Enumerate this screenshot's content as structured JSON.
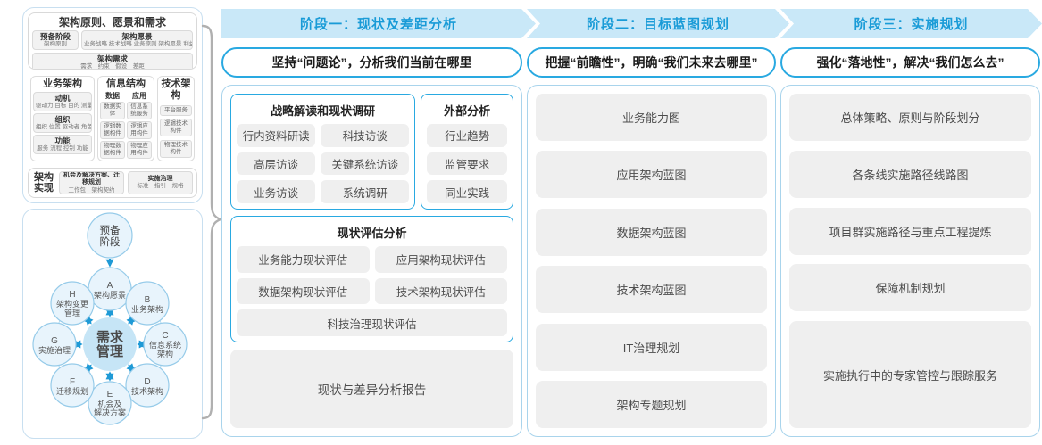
{
  "colors": {
    "accent_border": "#29a9e1",
    "band_bg": "#c9e8f8",
    "band_text": "#199bd7",
    "panel_border": "#a9d4ec",
    "pill_bg": "#efefef",
    "arrow_blue": "#1f9ad6",
    "circle_fill": "#e8f4fc",
    "center_circle_fill": "#c6e5f6",
    "brace_gray": "#b0b0b0"
  },
  "left_panel": {
    "title": "架构原则、愿景和需求",
    "prep": {
      "title": "预备阶段",
      "sub": "架构原则"
    },
    "vision": {
      "title": "架构愿景",
      "sub": "业务战略 技术战略 业务原则 架构愿景 利益相关者"
    },
    "requirement": {
      "title": "架构需求",
      "sub": "需求　约束　假设　差距"
    },
    "business": {
      "title": "业务架构",
      "groups": [
        {
          "t": "动机",
          "s": "驱动力 目标 目的 测量"
        },
        {
          "t": "组织",
          "s": "组织 位置 驱动者 角色"
        },
        {
          "t": "功能",
          "s": "服务 流程 控制 功能"
        }
      ]
    },
    "info": {
      "title": "信息结构",
      "data": {
        "t": "数据",
        "items": [
          "数据实体",
          "逻辑数据构件",
          "物理数据构件"
        ]
      },
      "app": {
        "t": "应用",
        "items": [
          "信息系统服务",
          "逻辑应用构件",
          "物理应用构件"
        ]
      }
    },
    "tech": {
      "title": "技术架构",
      "items": [
        "平台服务",
        "逻辑技术构件",
        "物理技术构件"
      ]
    },
    "impl": {
      "label": "架构实现",
      "boxes": [
        {
          "t": "机会及解决方案、迁移规划",
          "s": "工作包　架构契约"
        },
        {
          "t": "实施治理",
          "s": "标准　指引　规格"
        }
      ]
    }
  },
  "adm": {
    "prep_lines": [
      "预备",
      "阶段"
    ],
    "center_lines": [
      "需求",
      "管理"
    ],
    "nodes": [
      {
        "letter": "A",
        "lines": [
          "架构愿景"
        ]
      },
      {
        "letter": "B",
        "lines": [
          "业务架构"
        ]
      },
      {
        "letter": "C",
        "lines": [
          "信息系统",
          "架构"
        ]
      },
      {
        "letter": "D",
        "lines": [
          "技术架构"
        ]
      },
      {
        "letter": "E",
        "lines": [
          "机会及",
          "解决方案"
        ]
      },
      {
        "letter": "F",
        "lines": [
          "迁移规划"
        ]
      },
      {
        "letter": "G",
        "lines": [
          "实施治理"
        ]
      },
      {
        "letter": "H",
        "lines": [
          "架构变更",
          "管理"
        ]
      }
    ]
  },
  "phases": [
    {
      "header": "阶段一：现状及差距分析",
      "subtitle": "坚持“问题论”，分析我们当前在哪里",
      "research": {
        "title": "战略解读和现状调研",
        "items": [
          "行内资料研读",
          "科技访谈",
          "高层访谈",
          "关键系统访谈",
          "业务访谈",
          "系统调研"
        ]
      },
      "external": {
        "title": "外部分析",
        "items": [
          "行业趋势",
          "监管要求",
          "同业实践"
        ]
      },
      "assessment": {
        "title": "现状评估分析",
        "items": [
          "业务能力现状评估",
          "应用架构现状评估",
          "数据架构现状评估",
          "技术架构现状评估",
          "科技治理现状评估"
        ]
      },
      "report": "现状与差异分析报告"
    },
    {
      "header": "阶段二：目标蓝图规划",
      "subtitle": "把握“前瞻性”，明确“我们未来去哪里”",
      "items": [
        "业务能力图",
        "应用架构蓝图",
        "数据架构蓝图",
        "技术架构蓝图",
        "IT治理规划",
        "架构专题规划"
      ]
    },
    {
      "header": "阶段三：实施规划",
      "subtitle": "强化“落地性”，解决“我们怎么去”",
      "items": [
        "总体策略、原则与阶段划分",
        "各条线实施路径线路图",
        "项目群实施路径与重点工程提炼",
        "保障机制规划",
        "实施执行中的专家管控与跟踪服务"
      ]
    }
  ]
}
